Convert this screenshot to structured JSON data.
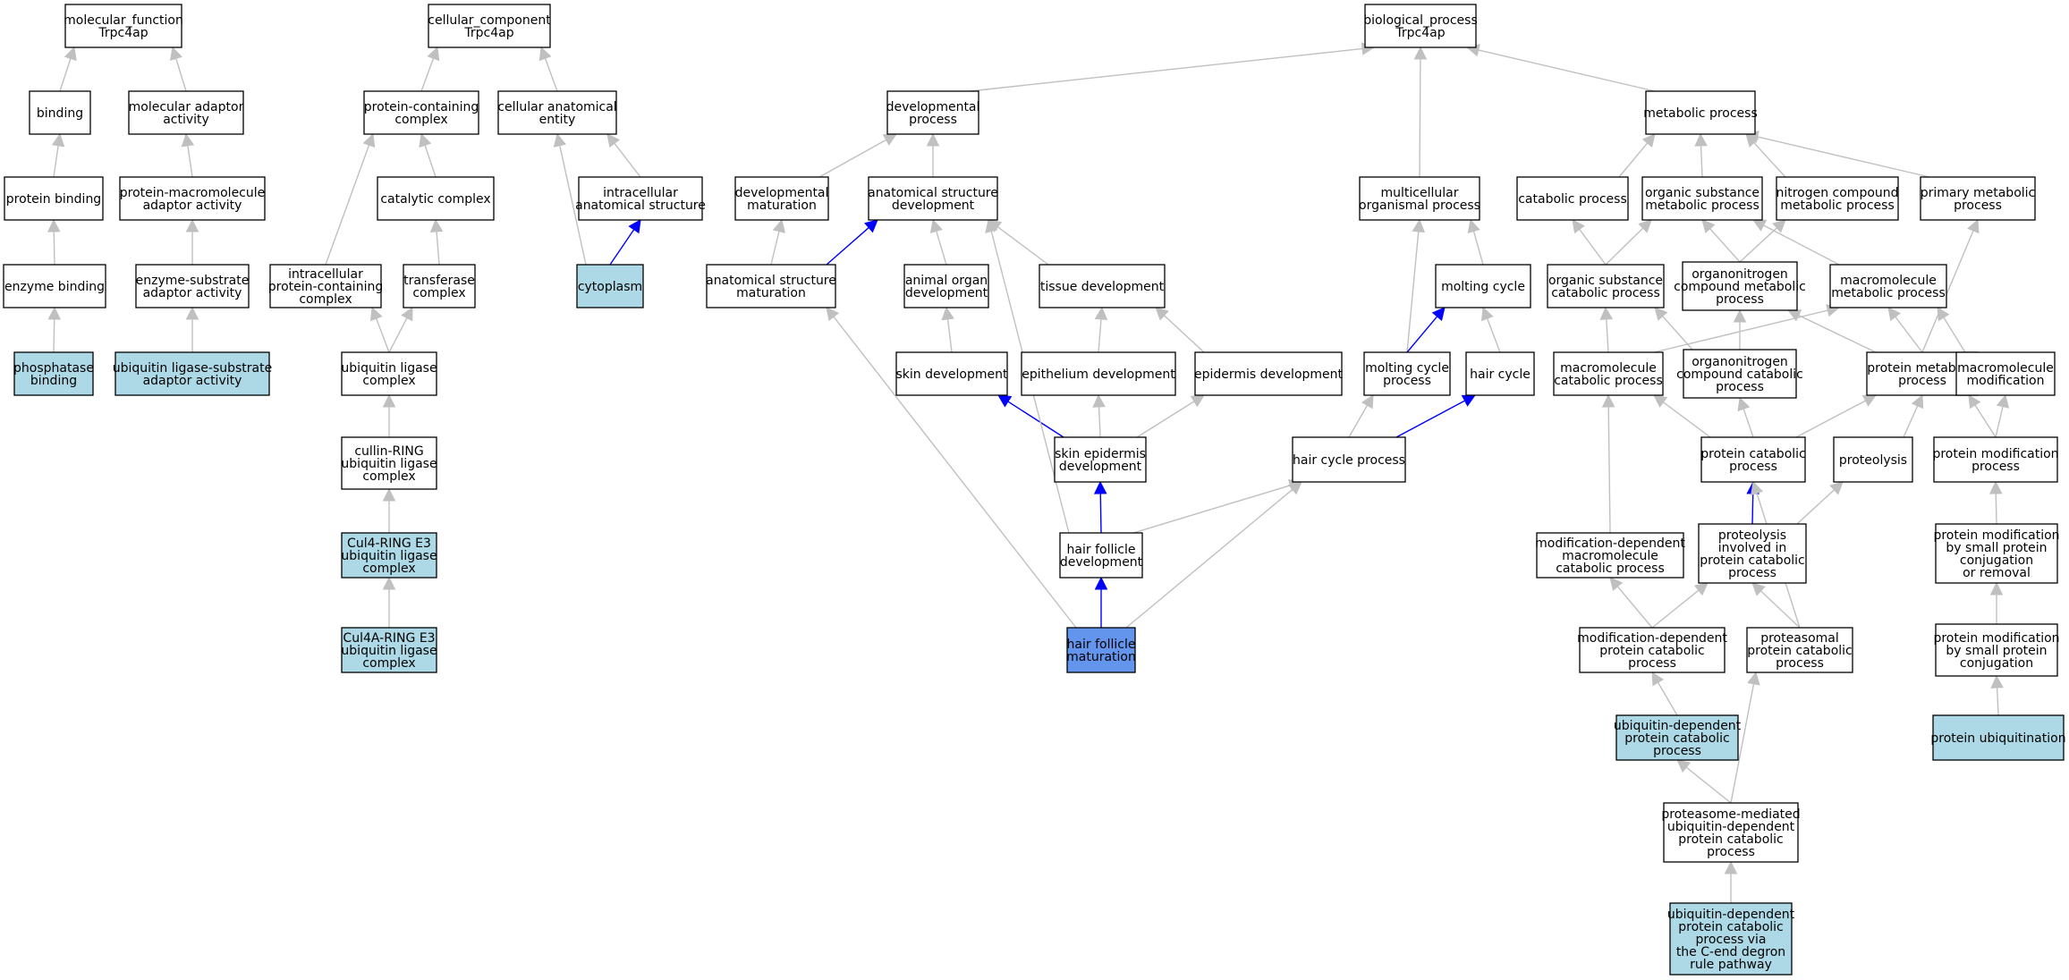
{
  "colors": {
    "node_default": "#ffffff",
    "node_annotated": "#add8e6",
    "node_focus": "#6495ed",
    "edge_default": "#c0c0c0",
    "edge_highlight": "#0000ff"
  },
  "nodes": [
    {
      "id": "mf_root",
      "lines": [
        "molecular_function",
        "Trpc4ap"
      ],
      "style": "default"
    },
    {
      "id": "binding",
      "lines": [
        "binding"
      ],
      "style": "default"
    },
    {
      "id": "mol_adaptor",
      "lines": [
        "molecular adaptor",
        "activity"
      ],
      "style": "default"
    },
    {
      "id": "protein_binding",
      "lines": [
        "protein binding"
      ],
      "style": "default"
    },
    {
      "id": "prot_macro_adaptor",
      "lines": [
        "protein-macromolecule",
        "adaptor activity"
      ],
      "style": "default"
    },
    {
      "id": "enzyme_binding",
      "lines": [
        "enzyme binding"
      ],
      "style": "default"
    },
    {
      "id": "enz_sub_adaptor",
      "lines": [
        "enzyme-substrate",
        "adaptor activity"
      ],
      "style": "default"
    },
    {
      "id": "phosphatase_binding",
      "lines": [
        "phosphatase",
        "binding"
      ],
      "style": "annotated"
    },
    {
      "id": "ubl_sub_adaptor",
      "lines": [
        "ubiquitin ligase-substrate",
        "adaptor activity"
      ],
      "style": "annotated"
    },
    {
      "id": "cc_root",
      "lines": [
        "cellular_component",
        "Trpc4ap"
      ],
      "style": "default"
    },
    {
      "id": "prot_containing_complex",
      "lines": [
        "protein-containing",
        "complex"
      ],
      "style": "default"
    },
    {
      "id": "cell_anat_entity",
      "lines": [
        "cellular anatomical",
        "entity"
      ],
      "style": "default"
    },
    {
      "id": "catalytic_complex",
      "lines": [
        "catalytic complex"
      ],
      "style": "default"
    },
    {
      "id": "intracell_anat",
      "lines": [
        "intracellular",
        "anatomical structure"
      ],
      "style": "default"
    },
    {
      "id": "intracell_pc_complex",
      "lines": [
        "intracellular",
        "protein-containing",
        "complex"
      ],
      "style": "default"
    },
    {
      "id": "transferase_complex",
      "lines": [
        "transferase",
        "complex"
      ],
      "style": "default"
    },
    {
      "id": "cytoplasm",
      "lines": [
        "cytoplasm"
      ],
      "style": "annotated"
    },
    {
      "id": "ubl_complex",
      "lines": [
        "ubiquitin ligase",
        "complex"
      ],
      "style": "default"
    },
    {
      "id": "cullin_ring",
      "lines": [
        "cullin-RING",
        "ubiquitin ligase",
        "complex"
      ],
      "style": "default"
    },
    {
      "id": "cul4_ring",
      "lines": [
        "Cul4-RING E3",
        "ubiquitin ligase",
        "complex"
      ],
      "style": "annotated"
    },
    {
      "id": "cul4a_ring",
      "lines": [
        "Cul4A-RING E3",
        "ubiquitin ligase",
        "complex"
      ],
      "style": "annotated"
    },
    {
      "id": "bp_root",
      "lines": [
        "biological_process",
        "Trpc4ap"
      ],
      "style": "default"
    },
    {
      "id": "dev_process",
      "lines": [
        "developmental",
        "process"
      ],
      "style": "default"
    },
    {
      "id": "metabolic_process",
      "lines": [
        "metabolic process"
      ],
      "style": "default"
    },
    {
      "id": "dev_maturation",
      "lines": [
        "developmental",
        "maturation"
      ],
      "style": "default"
    },
    {
      "id": "anat_struct_dev",
      "lines": [
        "anatomical structure",
        "development"
      ],
      "style": "default"
    },
    {
      "id": "multicell_org",
      "lines": [
        "multicellular",
        "organismal process"
      ],
      "style": "default"
    },
    {
      "id": "catabolic_process",
      "lines": [
        "catabolic process"
      ],
      "style": "default"
    },
    {
      "id": "org_sub_metab",
      "lines": [
        "organic substance",
        "metabolic process"
      ],
      "style": "default"
    },
    {
      "id": "nitrogen_metab",
      "lines": [
        "nitrogen compound",
        "metabolic process"
      ],
      "style": "default"
    },
    {
      "id": "primary_metab",
      "lines": [
        "primary metabolic",
        "process"
      ],
      "style": "default"
    },
    {
      "id": "anat_struct_mat",
      "lines": [
        "anatomical structure",
        "maturation"
      ],
      "style": "default"
    },
    {
      "id": "animal_organ_dev",
      "lines": [
        "animal organ",
        "development"
      ],
      "style": "default"
    },
    {
      "id": "tissue_dev",
      "lines": [
        "tissue development"
      ],
      "style": "default"
    },
    {
      "id": "molting_cycle",
      "lines": [
        "molting cycle"
      ],
      "style": "default"
    },
    {
      "id": "org_sub_catab",
      "lines": [
        "organic substance",
        "catabolic process"
      ],
      "style": "default"
    },
    {
      "id": "organonitro_metab",
      "lines": [
        "organonitrogen",
        "compound metabolic",
        "process"
      ],
      "style": "default"
    },
    {
      "id": "macromol_metab",
      "lines": [
        "macromolecule",
        "metabolic process"
      ],
      "style": "default"
    },
    {
      "id": "skin_dev",
      "lines": [
        "skin development"
      ],
      "style": "default"
    },
    {
      "id": "epith_dev",
      "lines": [
        "epithelium development"
      ],
      "style": "default"
    },
    {
      "id": "epiderm_dev",
      "lines": [
        "epidermis development"
      ],
      "style": "default"
    },
    {
      "id": "molting_cycle_proc",
      "lines": [
        "molting cycle",
        "process"
      ],
      "style": "default"
    },
    {
      "id": "hair_cycle",
      "lines": [
        "hair cycle"
      ],
      "style": "default"
    },
    {
      "id": "macromol_catab",
      "lines": [
        "macromolecule",
        "catabolic process"
      ],
      "style": "default"
    },
    {
      "id": "organonitro_catab",
      "lines": [
        "organonitrogen",
        "compound catabolic",
        "process"
      ],
      "style": "default"
    },
    {
      "id": "protein_metab",
      "lines": [
        "protein metabolic",
        "process"
      ],
      "style": "default"
    },
    {
      "id": "macromol_mod",
      "lines": [
        "macromolecule",
        "modification"
      ],
      "style": "default"
    },
    {
      "id": "skin_epid_dev",
      "lines": [
        "skin epidermis",
        "development"
      ],
      "style": "default"
    },
    {
      "id": "hair_cycle_proc",
      "lines": [
        "hair cycle process"
      ],
      "style": "default"
    },
    {
      "id": "protein_catab",
      "lines": [
        "protein catabolic",
        "process"
      ],
      "style": "default"
    },
    {
      "id": "proteolysis",
      "lines": [
        "proteolysis"
      ],
      "style": "default"
    },
    {
      "id": "protein_mod_proc",
      "lines": [
        "protein modification",
        "process"
      ],
      "style": "default"
    },
    {
      "id": "hair_follicle_dev",
      "lines": [
        "hair follicle",
        "development"
      ],
      "style": "default"
    },
    {
      "id": "moddep_macromol_catab",
      "lines": [
        "modification-dependent",
        "macromolecule",
        "catabolic process"
      ],
      "style": "default"
    },
    {
      "id": "proteolysis_catab",
      "lines": [
        "proteolysis",
        "involved in",
        "protein catabolic",
        "process"
      ],
      "style": "default"
    },
    {
      "id": "prot_mod_small_or_removal",
      "lines": [
        "protein modification",
        "by small protein",
        "conjugation",
        "or removal"
      ],
      "style": "default"
    },
    {
      "id": "hair_follicle_mat",
      "lines": [
        "hair follicle",
        "maturation"
      ],
      "style": "focus"
    },
    {
      "id": "moddep_prot_catab",
      "lines": [
        "modification-dependent",
        "protein catabolic",
        "process"
      ],
      "style": "default"
    },
    {
      "id": "proteasomal_catab",
      "lines": [
        "proteasomal",
        "protein catabolic",
        "process"
      ],
      "style": "default"
    },
    {
      "id": "prot_mod_small_conj",
      "lines": [
        "protein modification",
        "by small protein",
        "conjugation"
      ],
      "style": "default"
    },
    {
      "id": "ubdep_prot_catab",
      "lines": [
        "ubiquitin-dependent",
        "protein catabolic",
        "process"
      ],
      "style": "annotated"
    },
    {
      "id": "protein_ubiquitination",
      "lines": [
        "protein ubiquitination"
      ],
      "style": "annotated"
    },
    {
      "id": "proteasome_ubdep",
      "lines": [
        "proteasome-mediated",
        "ubiquitin-dependent",
        "protein catabolic",
        "process"
      ],
      "style": "default"
    },
    {
      "id": "ubdep_cend_degron",
      "lines": [
        "ubiquitin-dependent",
        "protein catabolic",
        "process via",
        "the C-end degron",
        "rule pathway"
      ],
      "style": "annotated"
    }
  ],
  "edges": [
    {
      "from": "binding",
      "to": "mf_root",
      "highlight": false
    },
    {
      "from": "mol_adaptor",
      "to": "mf_root",
      "highlight": false
    },
    {
      "from": "protein_binding",
      "to": "binding",
      "highlight": false
    },
    {
      "from": "prot_macro_adaptor",
      "to": "mol_adaptor",
      "highlight": false
    },
    {
      "from": "enzyme_binding",
      "to": "protein_binding",
      "highlight": false
    },
    {
      "from": "enz_sub_adaptor",
      "to": "prot_macro_adaptor",
      "highlight": false
    },
    {
      "from": "phosphatase_binding",
      "to": "enzyme_binding",
      "highlight": false
    },
    {
      "from": "ubl_sub_adaptor",
      "to": "enz_sub_adaptor",
      "highlight": false
    },
    {
      "from": "prot_containing_complex",
      "to": "cc_root",
      "highlight": false
    },
    {
      "from": "cell_anat_entity",
      "to": "cc_root",
      "highlight": false
    },
    {
      "from": "catalytic_complex",
      "to": "prot_containing_complex",
      "highlight": false
    },
    {
      "from": "intracell_anat",
      "to": "cell_anat_entity",
      "highlight": false
    },
    {
      "from": "intracell_pc_complex",
      "to": "prot_containing_complex",
      "highlight": false
    },
    {
      "from": "transferase_complex",
      "to": "catalytic_complex",
      "highlight": false
    },
    {
      "from": "cytoplasm",
      "to": "intracell_anat",
      "highlight": true
    },
    {
      "from": "cytoplasm",
      "to": "cell_anat_entity",
      "highlight": false
    },
    {
      "from": "ubl_complex",
      "to": "intracell_pc_complex",
      "highlight": false
    },
    {
      "from": "ubl_complex",
      "to": "transferase_complex",
      "highlight": false
    },
    {
      "from": "cullin_ring",
      "to": "ubl_complex",
      "highlight": false
    },
    {
      "from": "cul4_ring",
      "to": "cullin_ring",
      "highlight": false
    },
    {
      "from": "cul4a_ring",
      "to": "cul4_ring",
      "highlight": false
    },
    {
      "from": "dev_process",
      "to": "bp_root",
      "highlight": false
    },
    {
      "from": "multicell_org",
      "to": "bp_root",
      "highlight": false
    },
    {
      "from": "metabolic_process",
      "to": "bp_root",
      "highlight": false
    },
    {
      "from": "dev_maturation",
      "to": "dev_process",
      "highlight": false
    },
    {
      "from": "anat_struct_dev",
      "to": "dev_process",
      "highlight": false
    },
    {
      "from": "anat_struct_mat",
      "to": "dev_maturation",
      "highlight": false
    },
    {
      "from": "anat_struct_mat",
      "to": "anat_struct_dev",
      "highlight": true
    },
    {
      "from": "animal_organ_dev",
      "to": "anat_struct_dev",
      "highlight": false
    },
    {
      "from": "tissue_dev",
      "to": "anat_struct_dev",
      "highlight": false
    },
    {
      "from": "skin_dev",
      "to": "animal_organ_dev",
      "highlight": false
    },
    {
      "from": "epith_dev",
      "to": "tissue_dev",
      "highlight": false
    },
    {
      "from": "epiderm_dev",
      "to": "tissue_dev",
      "highlight": false
    },
    {
      "from": "skin_epid_dev",
      "to": "skin_dev",
      "highlight": true
    },
    {
      "from": "skin_epid_dev",
      "to": "epith_dev",
      "highlight": false
    },
    {
      "from": "skin_epid_dev",
      "to": "epiderm_dev",
      "highlight": false
    },
    {
      "from": "hair_follicle_dev",
      "to": "skin_epid_dev",
      "highlight": true
    },
    {
      "from": "hair_follicle_dev",
      "to": "anat_struct_dev",
      "highlight": false
    },
    {
      "from": "hair_follicle_dev",
      "to": "hair_cycle_proc",
      "highlight": false
    },
    {
      "from": "hair_follicle_mat",
      "to": "hair_follicle_dev",
      "highlight": true
    },
    {
      "from": "hair_follicle_mat",
      "to": "anat_struct_mat",
      "highlight": false
    },
    {
      "from": "hair_follicle_mat",
      "to": "hair_cycle_proc",
      "highlight": false
    },
    {
      "from": "molting_cycle",
      "to": "multicell_org",
      "highlight": false
    },
    {
      "from": "molting_cycle_proc",
      "to": "multicell_org",
      "highlight": false
    },
    {
      "from": "molting_cycle_proc",
      "to": "molting_cycle",
      "highlight": true
    },
    {
      "from": "hair_cycle",
      "to": "molting_cycle",
      "highlight": false
    },
    {
      "from": "hair_cycle_proc",
      "to": "molting_cycle_proc",
      "highlight": false
    },
    {
      "from": "hair_cycle_proc",
      "to": "hair_cycle",
      "highlight": true
    },
    {
      "from": "catabolic_process",
      "to": "metabolic_process",
      "highlight": false
    },
    {
      "from": "org_sub_metab",
      "to": "metabolic_process",
      "highlight": false
    },
    {
      "from": "nitrogen_metab",
      "to": "metabolic_process",
      "highlight": false
    },
    {
      "from": "primary_metab",
      "to": "metabolic_process",
      "highlight": false
    },
    {
      "from": "org_sub_catab",
      "to": "catabolic_process",
      "highlight": false
    },
    {
      "from": "org_sub_catab",
      "to": "org_sub_metab",
      "highlight": false
    },
    {
      "from": "organonitro_metab",
      "to": "org_sub_metab",
      "highlight": false
    },
    {
      "from": "organonitro_metab",
      "to": "nitrogen_metab",
      "highlight": false
    },
    {
      "from": "macromol_metab",
      "to": "org_sub_metab",
      "highlight": false
    },
    {
      "from": "macromol_catab",
      "to": "org_sub_catab",
      "highlight": false
    },
    {
      "from": "macromol_catab",
      "to": "macromol_metab",
      "highlight": false
    },
    {
      "from": "organonitro_catab",
      "to": "org_sub_catab",
      "highlight": false
    },
    {
      "from": "organonitro_catab",
      "to": "organonitro_metab",
      "highlight": false
    },
    {
      "from": "protein_metab",
      "to": "organonitro_metab",
      "highlight": false
    },
    {
      "from": "protein_metab",
      "to": "macromol_metab",
      "highlight": false
    },
    {
      "from": "protein_metab",
      "to": "primary_metab",
      "highlight": false
    },
    {
      "from": "macromol_mod",
      "to": "macromol_metab",
      "highlight": false
    },
    {
      "from": "protein_catab",
      "to": "macromol_catab",
      "highlight": false
    },
    {
      "from": "protein_catab",
      "to": "organonitro_catab",
      "highlight": false
    },
    {
      "from": "protein_catab",
      "to": "protein_metab",
      "highlight": false
    },
    {
      "from": "proteolysis",
      "to": "protein_metab",
      "highlight": false
    },
    {
      "from": "protein_mod_proc",
      "to": "protein_metab",
      "highlight": false
    },
    {
      "from": "protein_mod_proc",
      "to": "macromol_mod",
      "highlight": false
    },
    {
      "from": "moddep_macromol_catab",
      "to": "macromol_catab",
      "highlight": false
    },
    {
      "from": "proteolysis_catab",
      "to": "protein_catab",
      "highlight": true
    },
    {
      "from": "proteolysis_catab",
      "to": "proteolysis",
      "highlight": false
    },
    {
      "from": "prot_mod_small_or_removal",
      "to": "protein_mod_proc",
      "highlight": false
    },
    {
      "from": "moddep_prot_catab",
      "to": "moddep_macromol_catab",
      "highlight": false
    },
    {
      "from": "moddep_prot_catab",
      "to": "proteolysis_catab",
      "highlight": false
    },
    {
      "from": "proteasomal_catab",
      "to": "proteolysis_catab",
      "highlight": false
    },
    {
      "from": "proteasomal_catab",
      "to": "protein_catab",
      "highlight": false
    },
    {
      "from": "prot_mod_small_conj",
      "to": "prot_mod_small_or_removal",
      "highlight": false
    },
    {
      "from": "ubdep_prot_catab",
      "to": "moddep_prot_catab",
      "highlight": false
    },
    {
      "from": "protein_ubiquitination",
      "to": "prot_mod_small_conj",
      "highlight": false
    },
    {
      "from": "proteasome_ubdep",
      "to": "ubdep_prot_catab",
      "highlight": false
    },
    {
      "from": "proteasome_ubdep",
      "to": "proteasomal_catab",
      "highlight": false
    },
    {
      "from": "ubdep_cend_degron",
      "to": "proteasome_ubdep",
      "highlight": false
    }
  ]
}
